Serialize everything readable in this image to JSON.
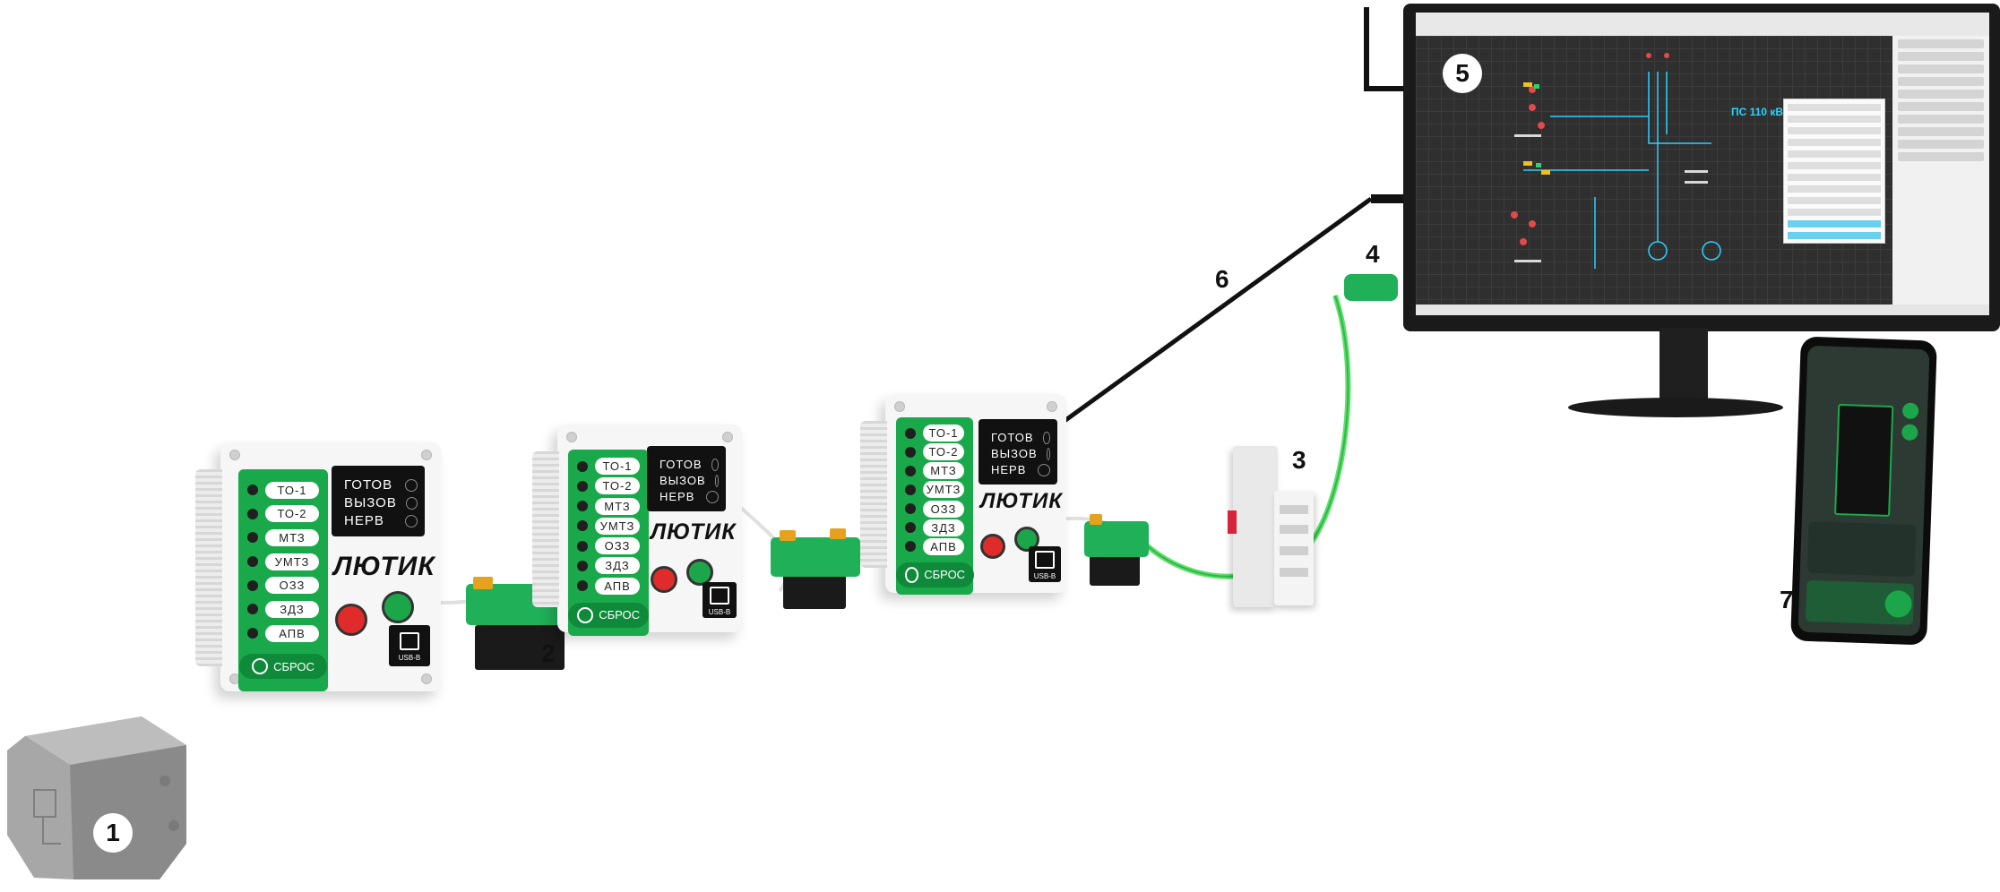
{
  "numbers": {
    "n1": "1",
    "n2": "2",
    "n3": "3",
    "n4": "4",
    "n5": "5",
    "n6": "6",
    "n7": "7"
  },
  "relay": {
    "brand": "ЛЮТИК",
    "leds": [
      "ТО-1",
      "ТО-2",
      "МТЗ",
      "УМТЗ",
      "ОЗЗ",
      "ЗДЗ",
      "АПВ"
    ],
    "display": [
      "ГОТОВ",
      "ВЫЗОВ",
      "НЕРВ"
    ],
    "reset_label": "СБРОС",
    "usb_label": "USB-B"
  },
  "screen": {
    "title": "ПС 110 кВ"
  },
  "colors": {
    "relay_green": "#19a94a",
    "relay_dark_green": "#0f8a3a",
    "cable_green": "#5fe06a",
    "screen_accent": "#2ad2ff",
    "alarm_red": "#e12a2a"
  }
}
